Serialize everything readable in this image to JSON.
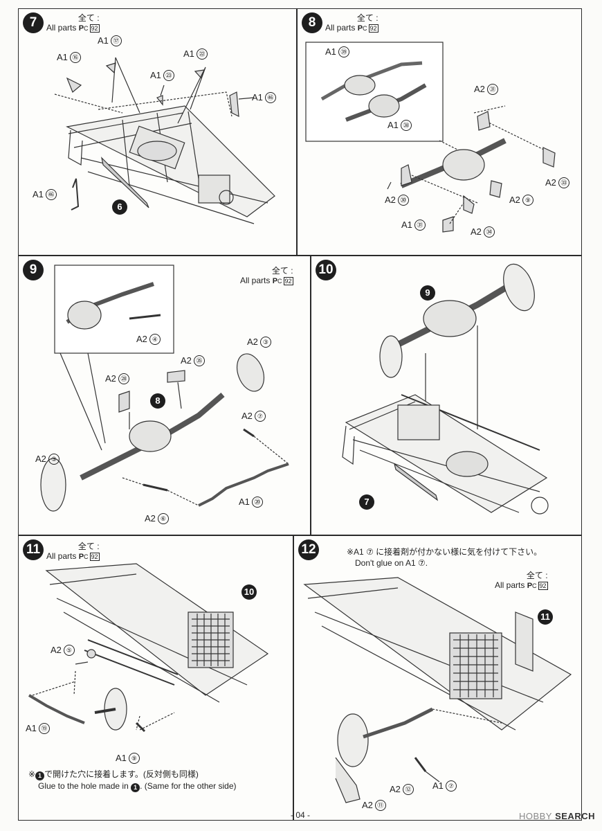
{
  "all_parts": {
    "ja": "全て",
    "en": "All parts",
    "marker": "P",
    "badge": "C",
    "num": "92"
  },
  "steps": [
    {
      "id": "7",
      "labels": [
        {
          "part": "A1",
          "num": "⑰"
        },
        {
          "part": "A1",
          "num": "⑯"
        },
        {
          "part": "A1",
          "num": "㉒"
        },
        {
          "part": "A1",
          "num": "㉓"
        },
        {
          "part": "A1",
          "num": "㊻"
        },
        {
          "part": "A1",
          "num": "㊻"
        }
      ],
      "sub_ref": "6"
    },
    {
      "id": "8",
      "labels": [
        {
          "part": "A1",
          "num": "㊴"
        },
        {
          "part": "A1",
          "num": "㊳"
        },
        {
          "part": "A2",
          "num": "㉛"
        },
        {
          "part": "A2",
          "num": "㉝"
        },
        {
          "part": "A2",
          "num": "㉚"
        },
        {
          "part": "A2",
          "num": "⑨"
        },
        {
          "part": "A1",
          "num": "㉛"
        },
        {
          "part": "A2",
          "num": "㉞"
        }
      ]
    },
    {
      "id": "9",
      "labels": [
        {
          "part": "A2",
          "num": "④"
        },
        {
          "part": "A2",
          "num": "③"
        },
        {
          "part": "A2",
          "num": "㉟"
        },
        {
          "part": "A2",
          "num": "㉘"
        },
        {
          "part": "A2",
          "num": "⑦"
        },
        {
          "part": "A2",
          "num": "③"
        },
        {
          "part": "A1",
          "num": "⑳"
        },
        {
          "part": "A2",
          "num": "⑥"
        }
      ],
      "sub_ref": "8"
    },
    {
      "id": "10",
      "sub_refs": [
        "9",
        "7"
      ]
    },
    {
      "id": "11",
      "labels": [
        {
          "part": "A2",
          "num": "⑤"
        },
        {
          "part": "A1",
          "num": "⑲"
        },
        {
          "part": "A1",
          "num": "⑨"
        }
      ],
      "sub_ref": "10",
      "note_ja_1": "※",
      "note_ja_2": "で開けた穴に接着します。(反対側も同様)",
      "note_ref": "1",
      "note_en_1": "Glue to the hole made in",
      "note_en_2": ". (Same for the other side)"
    },
    {
      "id": "12",
      "labels": [
        {
          "part": "A2",
          "num": "⑫"
        },
        {
          "part": "A1",
          "num": "⑦"
        },
        {
          "part": "A2",
          "num": "⑪"
        }
      ],
      "sub_ref": "11",
      "note_ja": "※A1 ⑦ に接着剤が付かない様に気を付けて下さい。",
      "note_en": "Don't glue on A1 ⑦."
    }
  ],
  "page_number": "- 04 -",
  "watermark": {
    "brand": "HOBBY",
    "rest": "SEARCH"
  }
}
